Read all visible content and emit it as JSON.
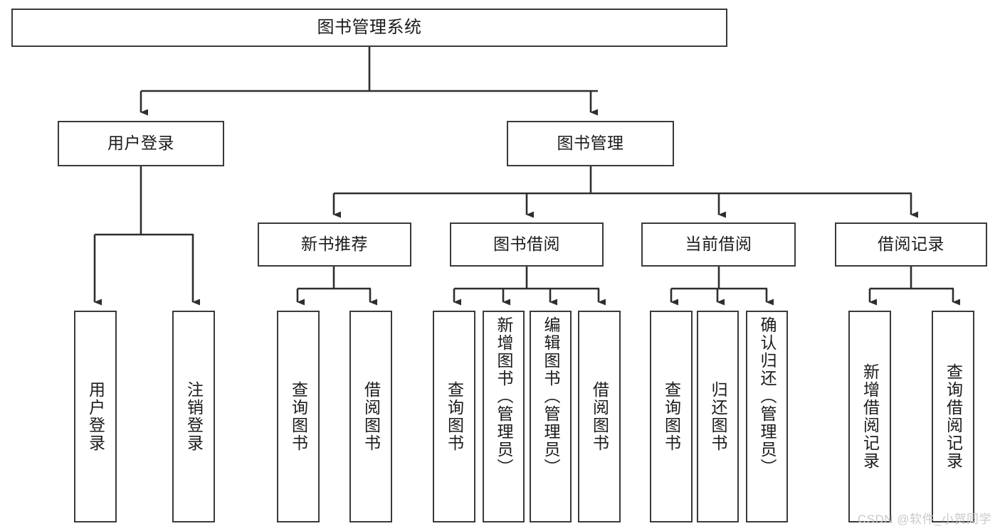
{
  "diagram": {
    "title": "图书管理系统",
    "watermark": "CSDN @软件_小贺同学",
    "line_color": "#3a3a3a",
    "box_fill": "#ffffff",
    "text_color": "#1b1b1b",
    "watermark_color": "#c9c9c9",
    "levels": {
      "level1": [
        {
          "id": "root",
          "label": "图书管理系统"
        }
      ],
      "level2": [
        {
          "id": "user-login",
          "label": "用户登录"
        },
        {
          "id": "book-management",
          "label": "图书管理"
        }
      ],
      "level3": [
        {
          "id": "new-book-recommend",
          "label": "新书推荐"
        },
        {
          "id": "book-borrow",
          "label": "图书借阅"
        },
        {
          "id": "current-borrow",
          "label": "当前借阅"
        },
        {
          "id": "borrow-record",
          "label": "借阅记录"
        }
      ],
      "level4": [
        {
          "id": "leaf-user-login",
          "label": "用户登录",
          "parent": "user-login"
        },
        {
          "id": "leaf-logout-login",
          "label": "注销登录",
          "parent": "user-login"
        },
        {
          "id": "leaf-query-book-1",
          "label": "查询图书",
          "parent": "new-book-recommend"
        },
        {
          "id": "leaf-borrow-book-1",
          "label": "借阅图书",
          "parent": "new-book-recommend"
        },
        {
          "id": "leaf-query-book-2",
          "label": "查询图书",
          "parent": "book-borrow"
        },
        {
          "id": "leaf-add-book-admin",
          "label": "新增图书（管理员）",
          "parent": "book-borrow"
        },
        {
          "id": "leaf-edit-book-admin",
          "label": "编辑图书（管理员）",
          "parent": "book-borrow"
        },
        {
          "id": "leaf-borrow-book-2",
          "label": "借阅图书",
          "parent": "book-borrow"
        },
        {
          "id": "leaf-query-book-3",
          "label": "查询图书",
          "parent": "current-borrow"
        },
        {
          "id": "leaf-return-book",
          "label": "归还图书",
          "parent": "current-borrow"
        },
        {
          "id": "leaf-confirm-return-admin",
          "label": "确认归还（管理员）",
          "parent": "current-borrow"
        },
        {
          "id": "leaf-add-borrow-record",
          "label": "新增借阅记录",
          "parent": "borrow-record"
        },
        {
          "id": "leaf-query-borrow-record",
          "label": "查询借阅记录",
          "parent": "borrow-record"
        }
      ]
    }
  }
}
